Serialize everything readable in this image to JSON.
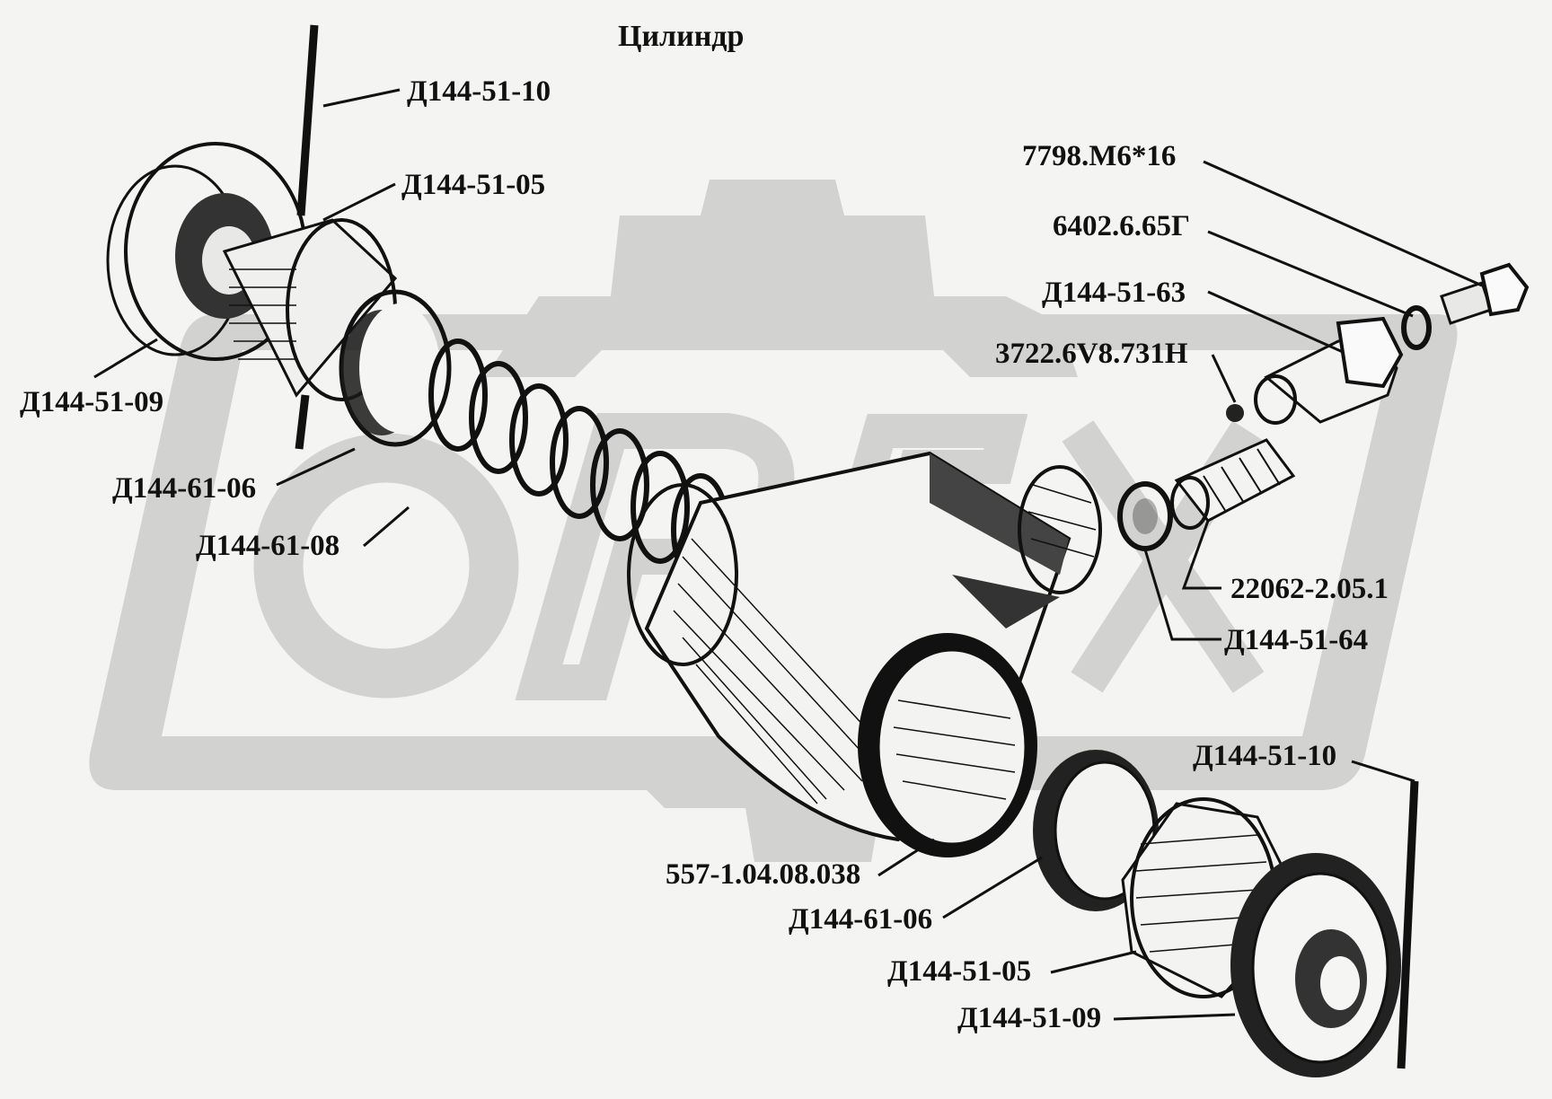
{
  "title": "Цилиндр",
  "watermark": "ОРЕХ",
  "colors": {
    "ink": "#111111",
    "watermark": "#cfcfcd",
    "background": "#f4f4f2"
  },
  "parts": [
    {
      "id": "top_pin",
      "code": "Д144-51-10"
    },
    {
      "id": "top_piston",
      "code": "Д144-51-05"
    },
    {
      "id": "top_cap",
      "code": "Д144-51-09"
    },
    {
      "id": "top_seal",
      "code": "Д144-61-06"
    },
    {
      "id": "spring",
      "code": "Д144-61-08"
    },
    {
      "id": "bolt",
      "code": "7798.М6*16"
    },
    {
      "id": "washer",
      "code": "6402.6.65Г"
    },
    {
      "id": "plug",
      "code": "Д144-51-63"
    },
    {
      "id": "ball",
      "code": "3722.6V8.731Н"
    },
    {
      "id": "fitting",
      "code": "22062-2.05.1"
    },
    {
      "id": "gasket",
      "code": "Д144-51-64"
    },
    {
      "id": "bottom_pin",
      "code": "Д144-51-10"
    },
    {
      "id": "cylinder_body",
      "code": "557-1.04.08.038"
    },
    {
      "id": "bottom_seal",
      "code": "Д144-61-06"
    },
    {
      "id": "bottom_piston",
      "code": "Д144-51-05"
    },
    {
      "id": "bottom_cap",
      "code": "Д144-51-09"
    }
  ]
}
